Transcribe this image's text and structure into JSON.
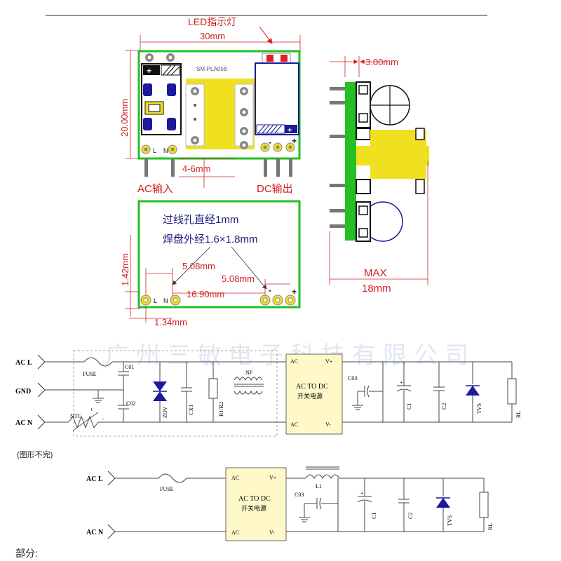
{
  "module": {
    "led_label": "LED指示灯",
    "width_dim": "30mm",
    "height_dim": "20.00mm",
    "model": "SM-PLA05B",
    "pin_l": "L",
    "pin_n": "N",
    "lead_dim": "4-6mm",
    "ac_input": "AC输入",
    "dc_output": "DC输出",
    "minus": "-",
    "plus": "+"
  },
  "side": {
    "depth_dim": "3.00mm",
    "max_label": "MAX",
    "max_dim": "18mm"
  },
  "footprint": {
    "hole_note": "过线孔直经1mm",
    "pad_note": "焊盘外经1.6×1.8mm",
    "pitch_a": "5.08mm",
    "pitch_b": "5.08mm",
    "span": "16.90mm",
    "height_dim": "1.42mm",
    "edge_dim": "1.34mm",
    "pin_l": "L",
    "pin_n": "N",
    "minus": "-",
    "plus": "+"
  },
  "circuit1": {
    "watermark": "广州三敏电子科技有限公司",
    "acl": "AC L",
    "gnd": "GND",
    "acn": "AC N",
    "fuse": "FUSE",
    "c01": "C01",
    "c02": "C02",
    "ntc": "NTC",
    "ntc_t": "t",
    "ntc_dash": "-",
    "zov": "ZOV",
    "cx1": "CX1",
    "r1r2": "R1/R2",
    "nf": "NF",
    "box_ac_top": "AC",
    "box_ac_bot": "AC",
    "box_vplus": "V+",
    "box_vminus": "V-",
    "box_title": "AC TO DC",
    "box_subtitle": "开关电源",
    "c03": "C03",
    "c1": "C1",
    "c1_plus": "+",
    "c2": "C2",
    "tvs": "TVS",
    "rl": "RL"
  },
  "circuit2": {
    "partial_label": "(图形不完)",
    "acl": "AC L",
    "acn": "AC N",
    "fuse": "FUSE",
    "box_ac_top": "AC",
    "box_ac_bot": "AC",
    "box_vplus": "V+",
    "box_vminus": "V-",
    "box_title": "AC TO DC",
    "box_subtitle": "开关电源",
    "l1": "L1",
    "c03": "C03",
    "c1": "C1",
    "c1_plus": "+",
    "c2": "C2",
    "tvs": "TVS",
    "rl": "RL"
  },
  "footer": {
    "text": "部分:"
  },
  "colors": {
    "board_green": "#22c022",
    "dim_red": "#d02020",
    "dim_blue": "#202080",
    "pad_yellow": "#f0e020",
    "box_fill": "#fff8c8",
    "wire": "#404040",
    "component_blue": "#1a1a9a"
  }
}
